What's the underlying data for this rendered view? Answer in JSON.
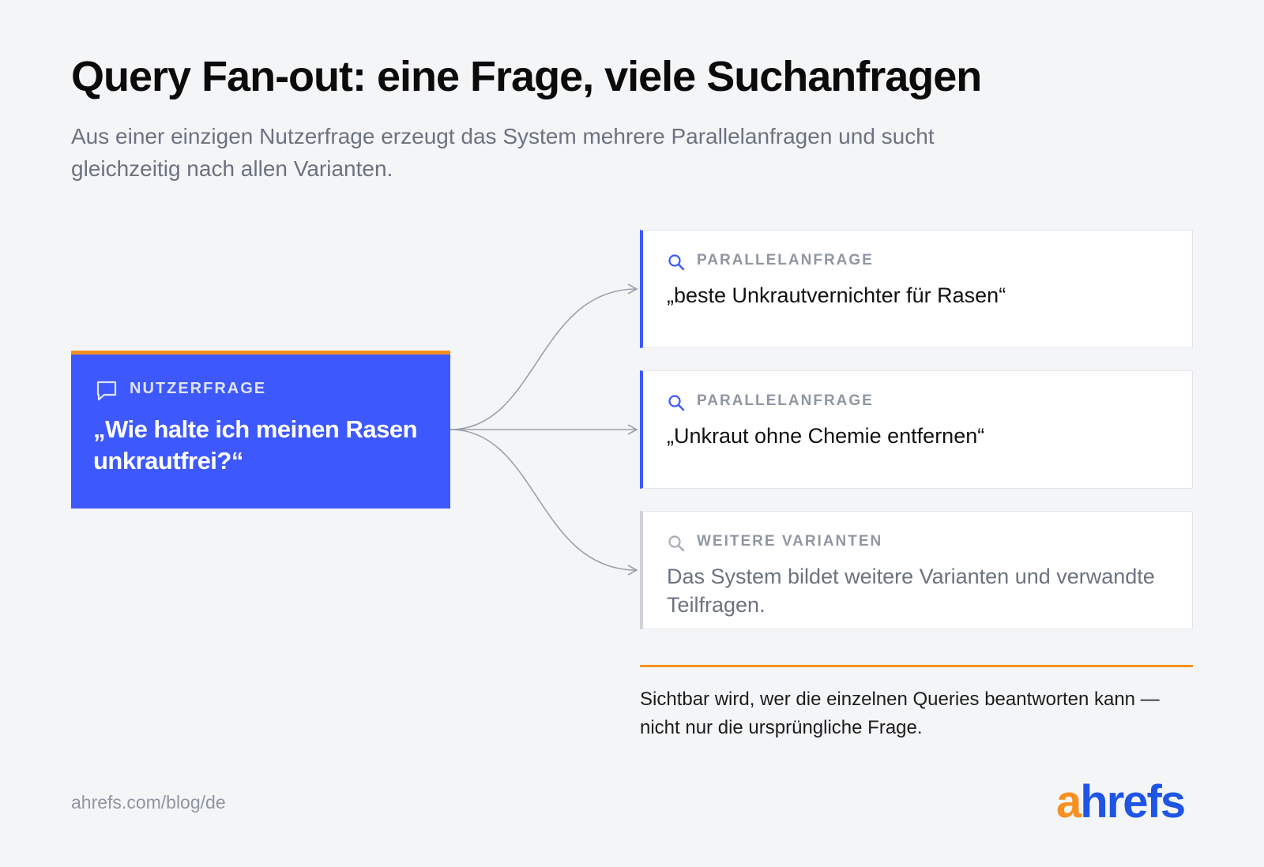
{
  "header": {
    "title": "Query Fan-out: eine Frage, viele Suchanfragen",
    "subtitle": "Aus einer einzigen Nutzerfrage erzeugt das System mehrere Parallelanfragen und sucht gleichzeitig nach allen Varianten."
  },
  "user_query": {
    "label": "NUTZERFRAGE",
    "icon": "chat-bubble-icon",
    "text": "„Wie halte ich meinen Rasen unkrautfrei?“"
  },
  "cards": [
    {
      "label": "PARALLELANFRAGE",
      "icon": "search-icon",
      "text": "„beste Unkrautvernichter für Rasen“",
      "accent": "#3d58fc"
    },
    {
      "label": "PARALLELANFRAGE",
      "icon": "search-icon",
      "text": "„Unkraut ohne Chemie entfernen“",
      "accent": "#3d58fc"
    },
    {
      "label": "WEITERE VARIANTEN",
      "icon": "search-icon",
      "text": "Das System bildet weitere Varianten und verwandte Teilfragen.",
      "accent": "#cfd2d8"
    }
  ],
  "note": "Sichtbar wird, wer die einzelnen Queries beantworten kann — nicht nur die ursprüngliche Frage.",
  "footer": {
    "source": "ahrefs.com/blog/de",
    "logo_first": "a",
    "logo_rest": "hrefs"
  },
  "colors": {
    "primary_blue": "#3d58fc",
    "orange": "#f7901e",
    "muted_text": "#6b7280"
  }
}
